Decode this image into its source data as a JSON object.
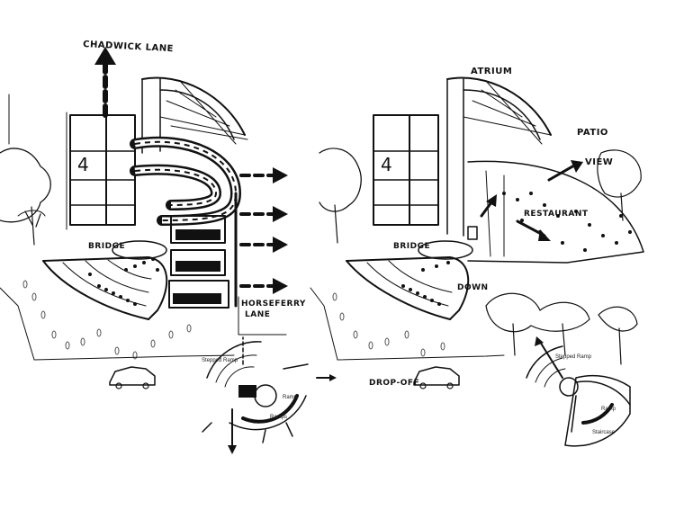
{
  "left_sketch": {
    "labels": {
      "chadwick": "CHADWICK LANE",
      "bridge": "BRIDGE",
      "horseferry": "HORSEFERRY",
      "lane": "LANE"
    },
    "detail": {
      "stepped": "Stepped Ramp",
      "ramp": "Ramp",
      "ramps": "Ramps"
    }
  },
  "right_sketch": {
    "labels": {
      "atrium": "ATRIUM",
      "patio": "PATIO",
      "view": "VIEW",
      "restaurant": "RESTAURANT",
      "bridge": "BRIDGE",
      "down": "DOWN",
      "dropoff": "DROP-OFF"
    },
    "detail": {
      "stepped": "Stepped Ramp",
      "ramp": "Ramp",
      "staircase": "Staircase"
    }
  },
  "colors": {
    "ink": "#111111",
    "paper": "#ffffff"
  }
}
